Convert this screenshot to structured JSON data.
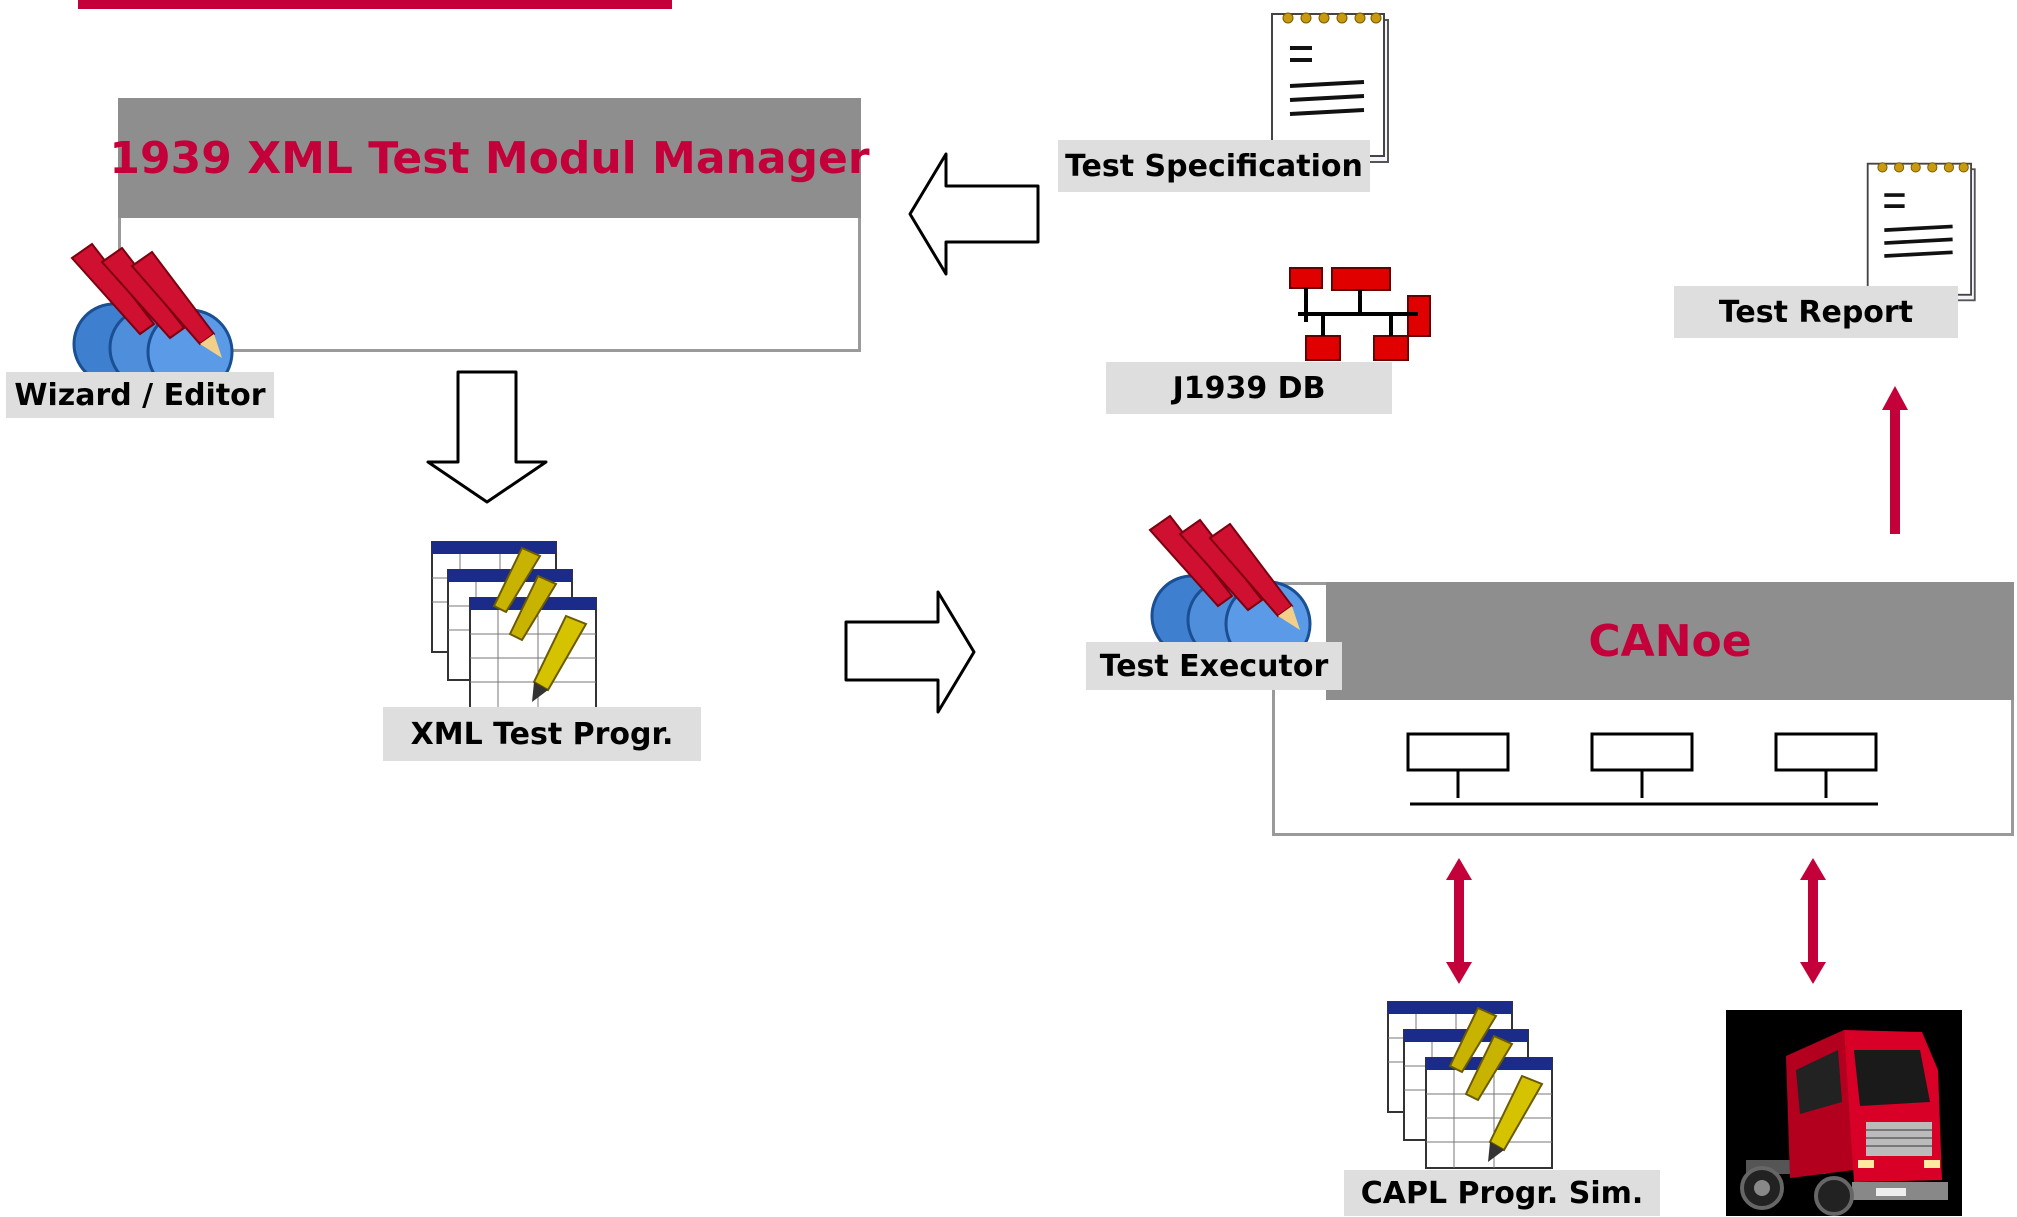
{
  "manager": {
    "title": "1939 XML Test Modul Manager"
  },
  "labels": {
    "wizard": "Wizard / Editor",
    "test_spec": "Test Specification",
    "j1939_db": "J1939 DB",
    "test_report": "Test Report",
    "xml_prog": "XML Test Progr.",
    "test_executor": "Test Executor",
    "capl_sim": "CAPL Progr. Sim."
  },
  "canoe": {
    "title": "CANoe"
  },
  "colors": {
    "accent": "#c4003a",
    "header_grey": "#8e8e8e",
    "label_grey": "#dedede",
    "frame": "#9a9a9a"
  },
  "icons": [
    "wizard-icon",
    "notepad-icon",
    "network-db-icon",
    "spreadsheet-stack-icon",
    "truck-photo"
  ]
}
